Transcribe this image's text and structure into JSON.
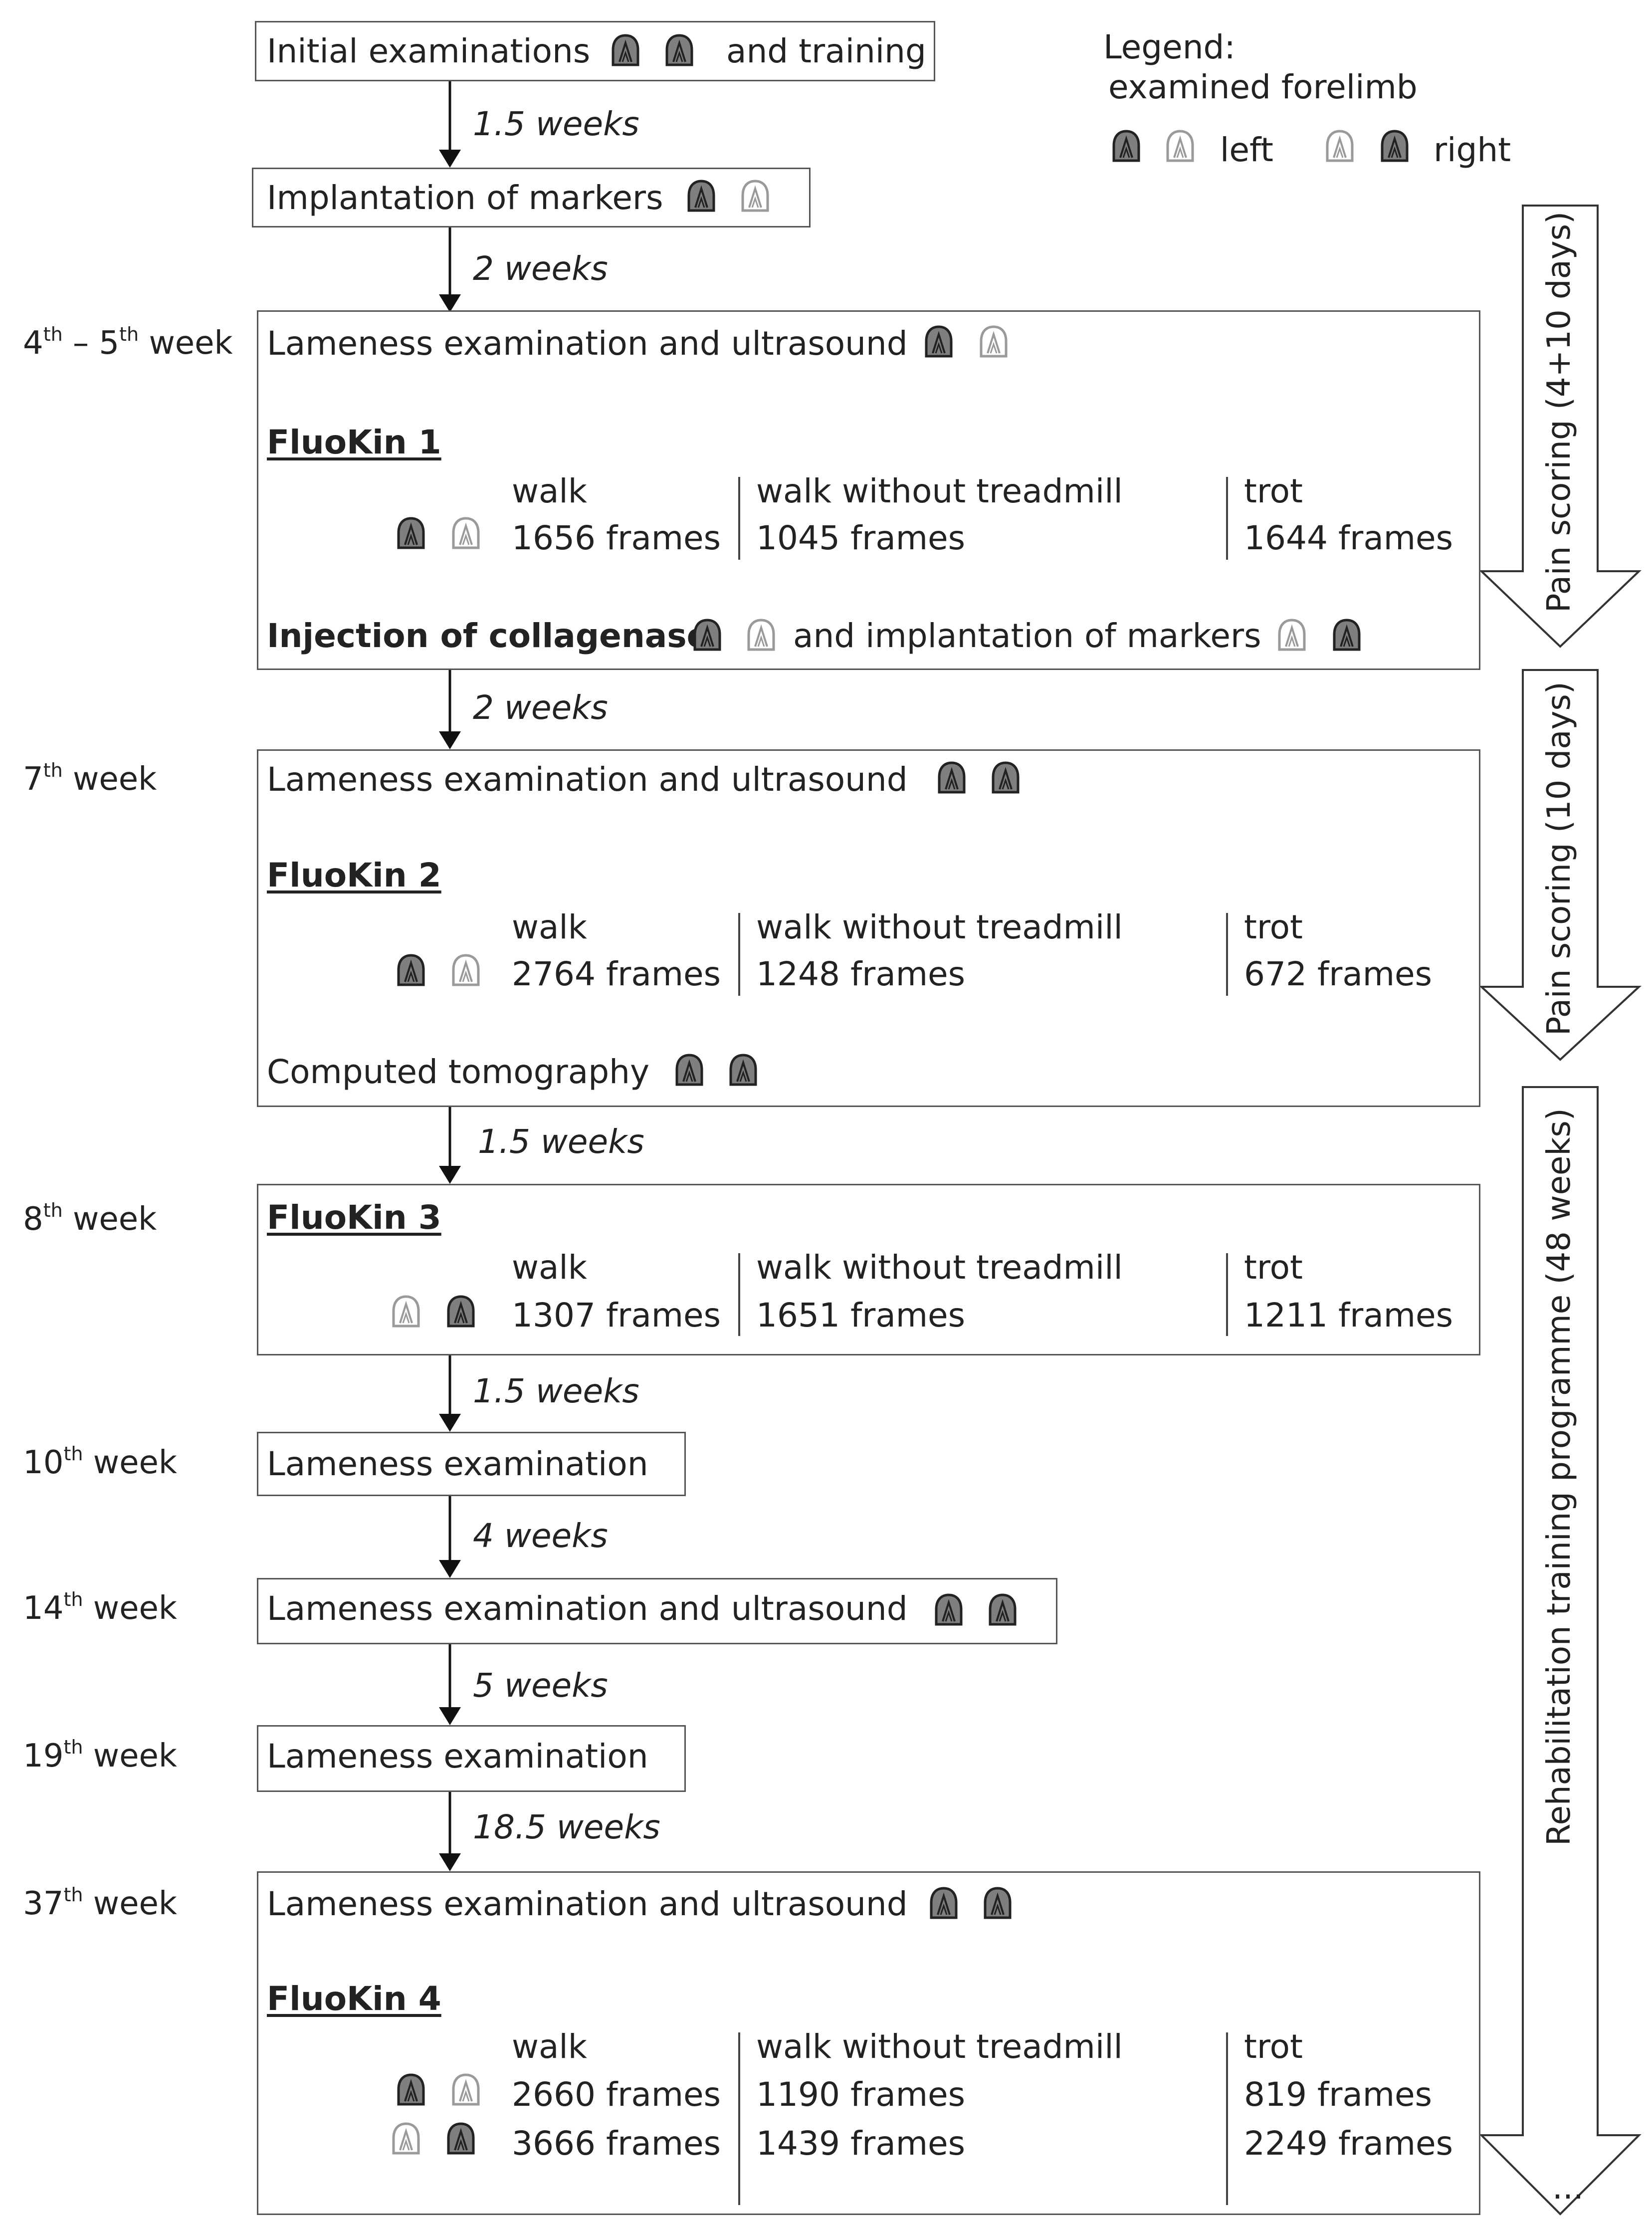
{
  "legend": {
    "title": "Legend:",
    "subtitle": "examined forelimb",
    "left_label": "left",
    "right_label": "right"
  },
  "icons": {
    "examined_hoof": "filled-hoof-icon",
    "other_hoof": "outline-hoof-icon",
    "colors": {
      "filled": "#7f7f7f",
      "outline": "#ffffff",
      "stroke": "#222222",
      "outline_stroke": "#9a9a9a"
    }
  },
  "steps": {
    "initial": {
      "text_a": "Initial examinations",
      "text_b": "and training"
    },
    "implant": {
      "text": "Implantation of markers"
    },
    "w4": {
      "week_a": "4",
      "sup_a": "th",
      "week_mid": " – 5",
      "sup_b": "th",
      "week_c": " week",
      "exam": "Lameness examination and ultrasound",
      "fluokin": "FluoKin 1",
      "walk": "walk",
      "wwt": "walk without treadmill",
      "trot": "trot",
      "r1_walk": "1656 frames",
      "r1_wwt": "1045 frames",
      "r1_trot": "1644 frames",
      "injection": "Injection of collagenase",
      "injection_b": "and implantation of markers"
    },
    "w7": {
      "week_num": "7",
      "week_sup": "th",
      "week_word": " week",
      "exam": "Lameness examination and ultrasound",
      "fluokin": "FluoKin 2",
      "walk": "walk",
      "wwt": "walk without treadmill",
      "trot": "trot",
      "r1_walk": "2764 frames",
      "r1_wwt": "1248 frames",
      "r1_trot": "672 frames",
      "ct": "Computed  tomography"
    },
    "w8": {
      "week_num": "8",
      "week_sup": "th",
      "week_word": " week",
      "fluokin": "FluoKin 3",
      "walk": "walk",
      "wwt": "walk without treadmill",
      "trot": "trot",
      "r1_walk": "1307 frames",
      "r1_wwt": "1651 frames",
      "r1_trot": "1211 frames"
    },
    "w10": {
      "week_num": "10",
      "week_sup": "th",
      "week_word": " week",
      "text": "Lameness examination"
    },
    "w14": {
      "week_num": "14",
      "week_sup": "th",
      "week_word": " week",
      "text": "Lameness examination and ultrasound"
    },
    "w19": {
      "week_num": "19",
      "week_sup": "th",
      "week_word": " week",
      "text": "Lameness examination"
    },
    "w37": {
      "week_num": "37",
      "week_sup": "th",
      "week_word": " week",
      "exam": "Lameness examination and ultrasound",
      "fluokin": "FluoKin 4",
      "walk": "walk",
      "wwt": "walk without treadmill",
      "trot": "trot",
      "r1_walk": "2660 frames",
      "r1_wwt": "1190 frames",
      "r1_trot": "819 frames",
      "r2_walk": "3666 frames",
      "r2_wwt": "1439 frames",
      "r2_trot": "2249 frames"
    }
  },
  "intervals": [
    "1.5 weeks",
    "2 weeks",
    "2 weeks",
    "1.5 weeks",
    "1.5 weeks",
    "4 weeks",
    "5 weeks",
    "18.5 weeks"
  ],
  "side_arrows": {
    "pain1": "Pain scoring (4+10 days)",
    "pain2": "Pain scoring (10 days)",
    "rehab": "Rehabilitation training programme  (48 weeks)",
    "ellipsis": "..."
  }
}
